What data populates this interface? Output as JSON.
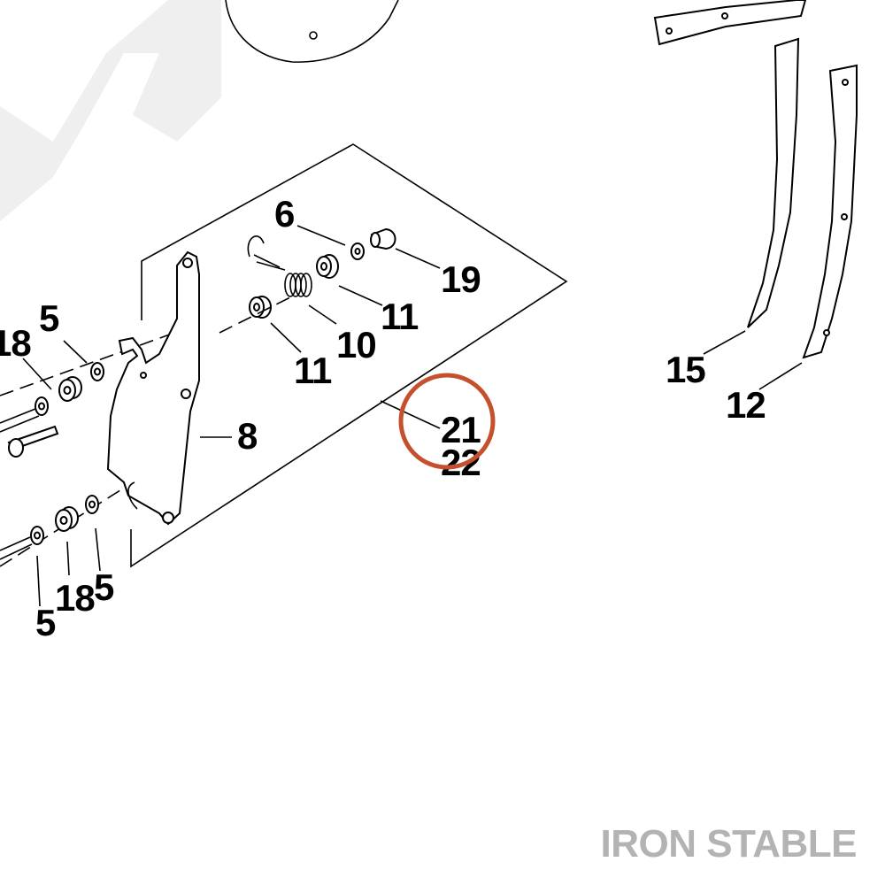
{
  "watermark": {
    "brand": "IRON STABLE",
    "brand_color": "#b3b3b3",
    "background_mark_color": "#efefef"
  },
  "highlight": {
    "color": "#c4502d",
    "target_label": "21"
  },
  "callouts": {
    "c6": "6",
    "c19": "19",
    "c11_upper": "11",
    "c10": "10",
    "c11_lower": "11",
    "c8": "8",
    "c5_upper": "5",
    "c18_upper": "18",
    "c5_lower_right": "5",
    "c18_lower": "18",
    "c5_lower_left": "5",
    "c21": "21",
    "c22": "22",
    "c15": "15",
    "c12": "12"
  }
}
